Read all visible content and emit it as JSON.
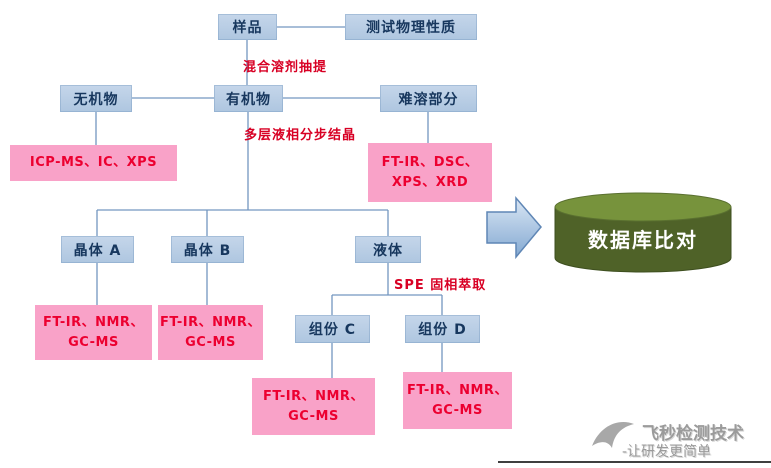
{
  "colors": {
    "blue_box_bg": "#b9cde4",
    "blue_box_text": "#17375e",
    "pink_box_bg": "#f9a2c8",
    "red_text": "#e00022",
    "connector": "#7396c0",
    "arrow_fill": "#a8c6e4",
    "cylinder_top": "#77933c",
    "cylinder_body": "#4f6228",
    "database_text": "#ffffff",
    "watermark_text": "#9b9b9b"
  },
  "nodes": {
    "sample": "样品",
    "physical_test": "测试物理性质",
    "inorganic": "无机物",
    "organic": "有机物",
    "insoluble": "难溶部分",
    "crystal_a": "晶体 A",
    "crystal_b": "晶体 B",
    "liquid": "液体",
    "component_c": "组份 C",
    "component_d": "组份 D",
    "database": "数据库比对"
  },
  "method_boxes": {
    "inorganic_methods": {
      "label": "ICP-MS、IC、XPS"
    },
    "insoluble_methods": {
      "line1": "FT-IR、DSC、",
      "line2": "XPS、XRD"
    },
    "crystal_a_methods": {
      "line1": "FT-IR、NMR、",
      "line2": "GC-MS"
    },
    "crystal_b_methods": {
      "line1": "FT-IR、NMR、",
      "line2": "GC-MS"
    },
    "component_c_methods": {
      "line1": "FT-IR、NMR、",
      "line2": "GC-MS"
    },
    "component_d_methods": {
      "line1": "FT-IR、NMR、",
      "line2": "GC-MS"
    }
  },
  "edge_labels": {
    "mixed_solvent_extraction": "混合溶剂抽提",
    "fractional_crystallization": "多层液相分步结晶",
    "spe_extraction": "SPE 固相萃取"
  },
  "watermark": {
    "brand": "飞秒检测技术",
    "slogan": "-让研发更简单"
  }
}
